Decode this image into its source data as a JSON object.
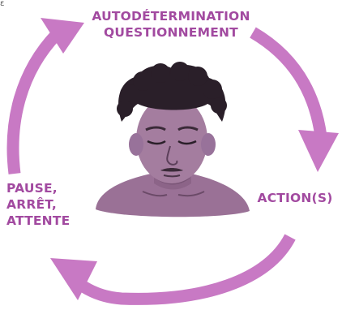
{
  "colors": {
    "arrow": "#c879c4",
    "label": "#a24aa0",
    "figure": "#9a7196",
    "figure_dark": "#2a1f29",
    "figure_mid": "#7a5577"
  },
  "labels": {
    "top": [
      "AUTODÉTERMINATION",
      "QUESTIONNEMENT"
    ],
    "right": "ACTION(S)",
    "left": [
      "PAUSE,",
      "ARRÊT,",
      "ATTENTE"
    ]
  },
  "corner_mark": "ε",
  "icons": [
    "cycle-arrows-icon",
    "bust-portrait"
  ]
}
